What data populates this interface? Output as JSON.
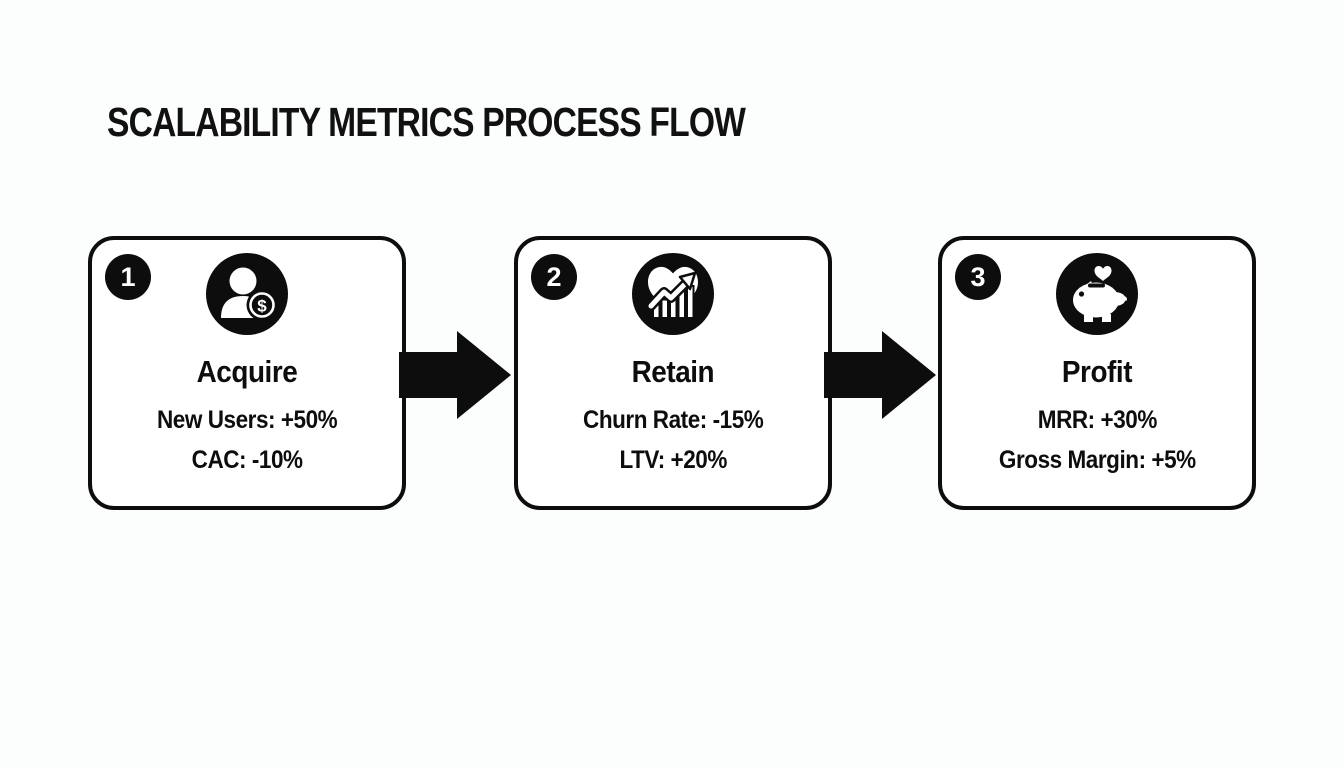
{
  "colors": {
    "ink": "#0d0d0d",
    "background": "#fcfdfd",
    "card": "#ffffff",
    "icon_foreground": "#ffffff"
  },
  "title": "SCALABILITY METRICS PROCESS FLOW",
  "flow": {
    "connector": "arrow-right",
    "steps": [
      {
        "number": "1",
        "icon": "user-dollar-icon",
        "title": "Acquire",
        "metrics": [
          "New Users: +50%",
          "CAC: -10%"
        ]
      },
      {
        "number": "2",
        "icon": "heart-growth-icon",
        "title": "Retain",
        "metrics": [
          "Churn Rate: -15%",
          "LTV: +20%"
        ]
      },
      {
        "number": "3",
        "icon": "piggy-bank-icon",
        "title": "Profit",
        "metrics": [
          "MRR: +30%",
          "Gross Margin: +5%"
        ]
      }
    ]
  }
}
